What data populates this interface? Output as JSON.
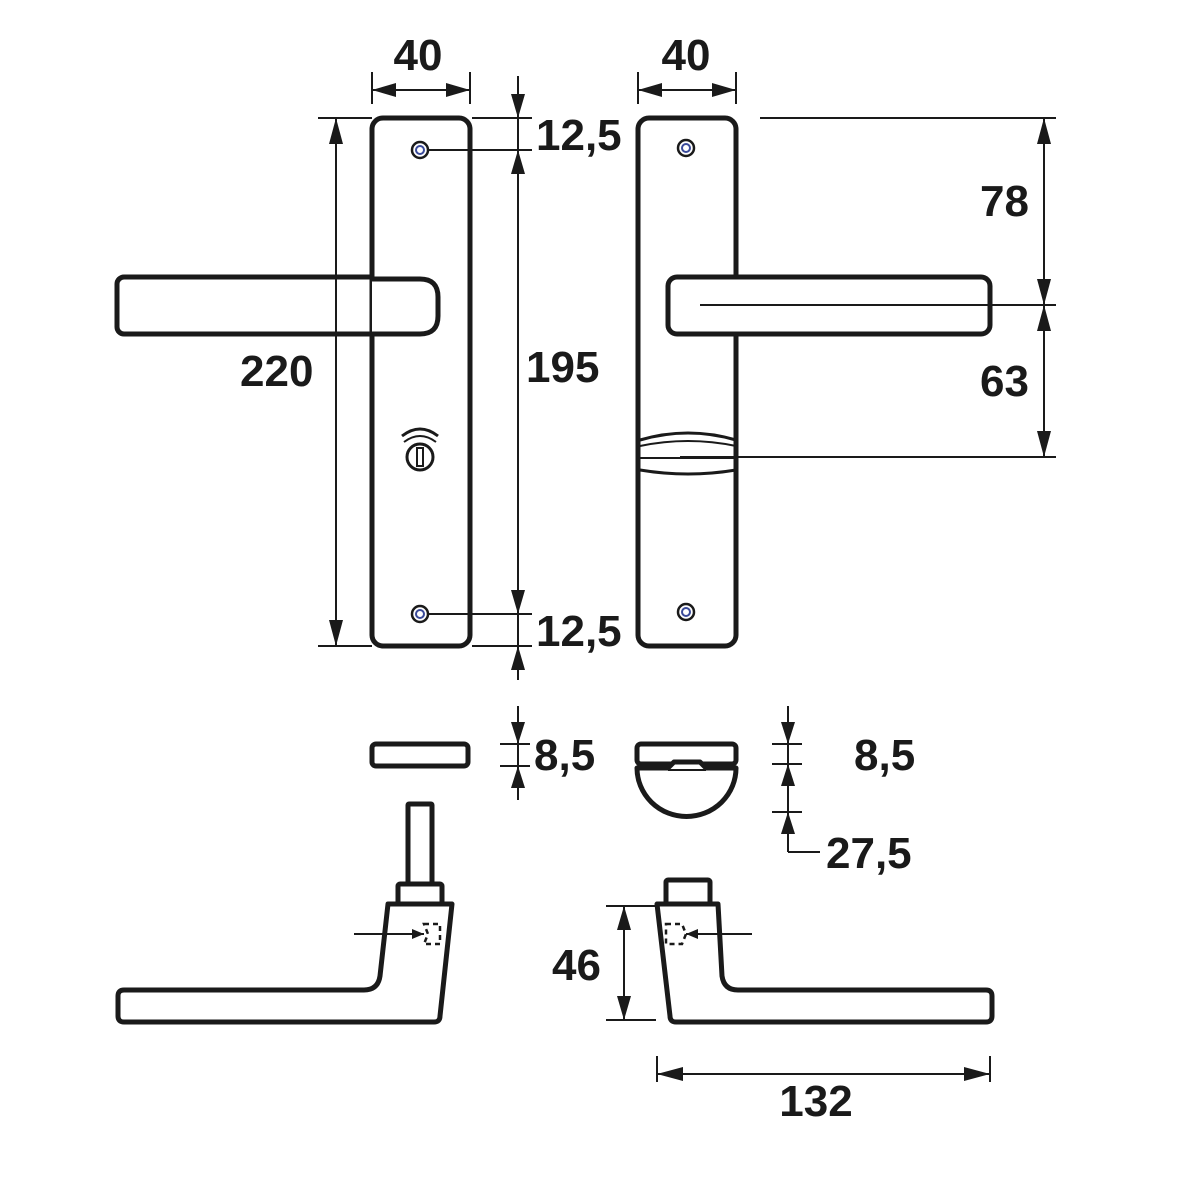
{
  "drawing": {
    "dimensions": {
      "plate_width_left": "40",
      "plate_width_right": "40",
      "top_screw_offset": "12,5",
      "screw_spacing": "195",
      "bottom_screw_offset": "12,5",
      "plate_height": "220",
      "handle_height_from_top": "78",
      "handle_to_indicator": "63",
      "plate_thickness_left": "8,5",
      "plate_thickness_right": "8,5",
      "rosette_depth": "27,5",
      "handle_projection": "46",
      "handle_length": "132"
    },
    "colors": {
      "line": "#1a1a1a",
      "screw_accent": "#3a4a9a",
      "background": "#ffffff"
    }
  }
}
